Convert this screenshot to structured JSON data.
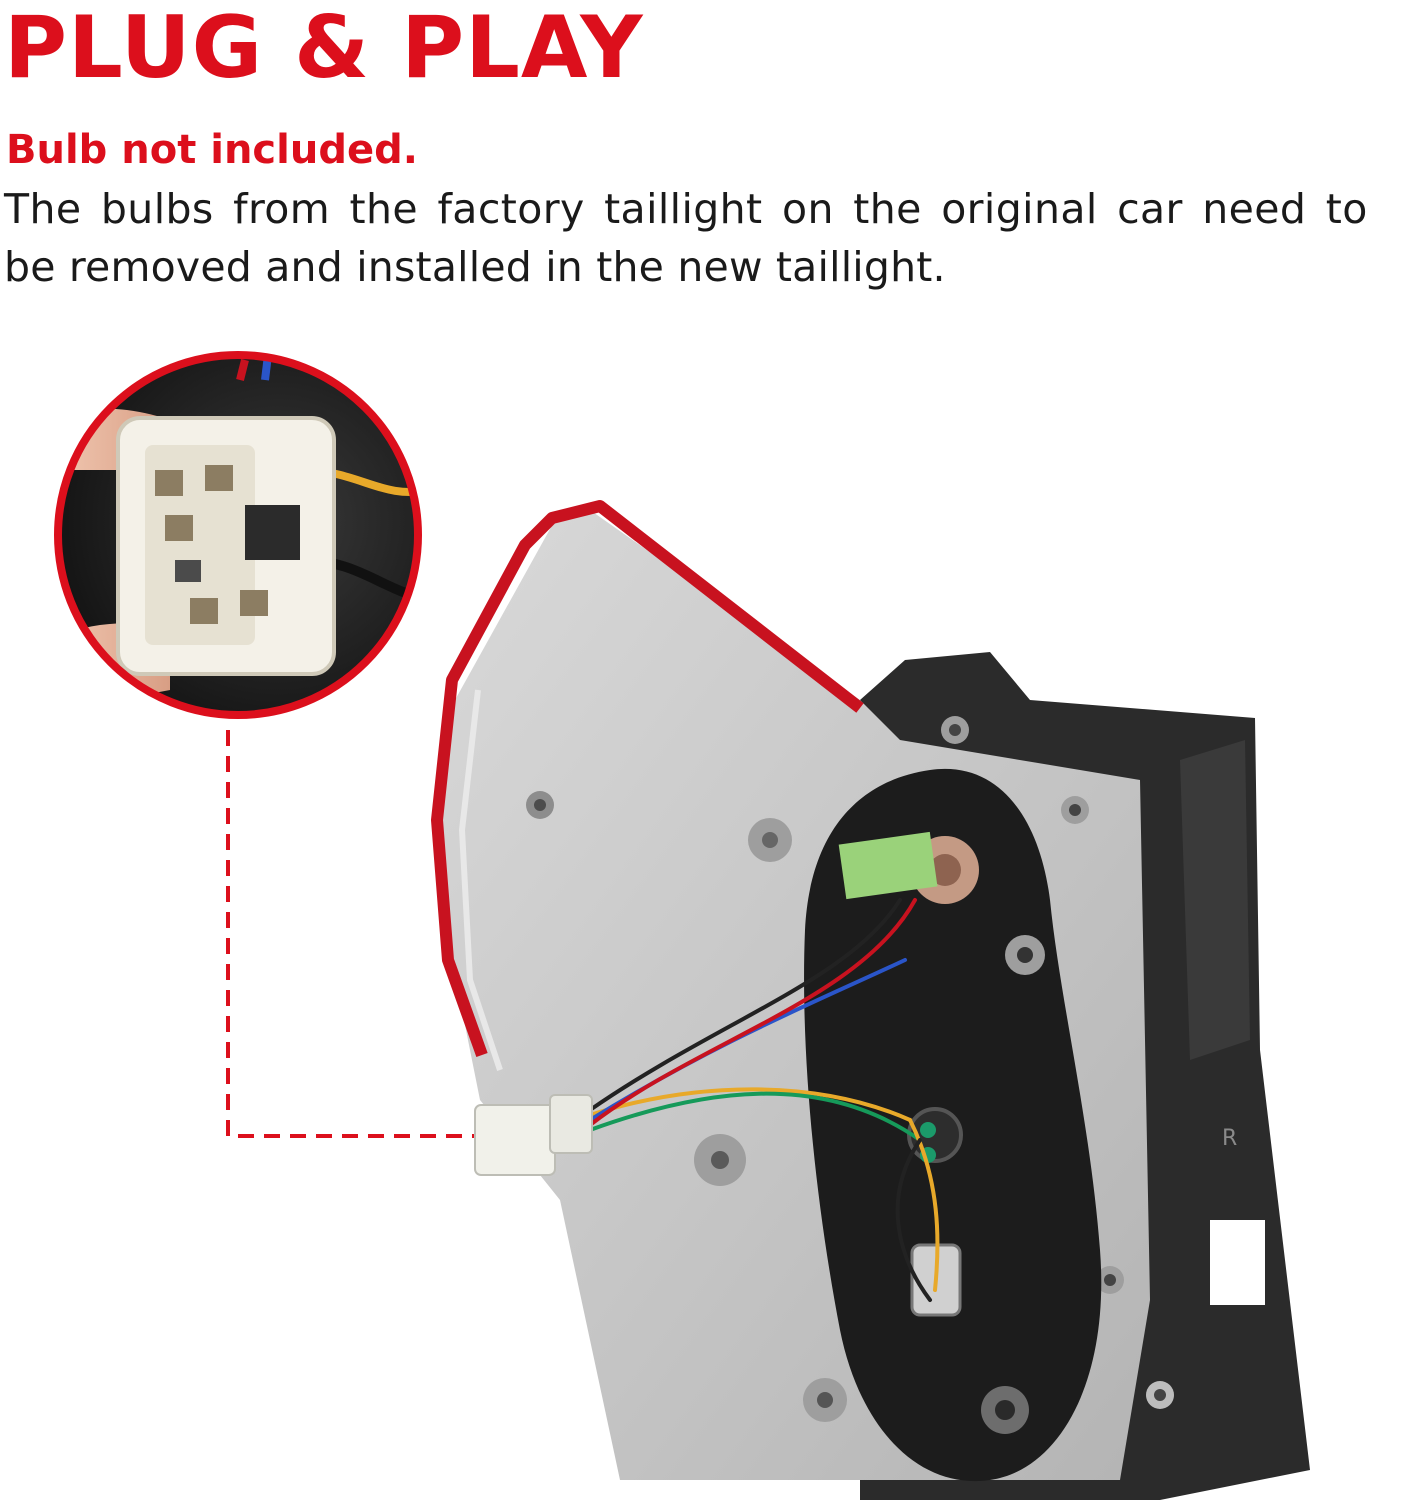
{
  "headline": "PLUG & PLAY",
  "notice": "Bulb not included.",
  "description_line1": "The bulbs from the factory taillight on the original car need to",
  "description_line2": "be removed and installed in the new taillight.",
  "housing_mark": "R",
  "colors": {
    "accent_red": "#dc0f1c",
    "text_dark": "#1a1a1a",
    "housing_gray": "#c9c9c9",
    "gasket_black": "#1c1c1c",
    "wire_yellow": "#e8a92a",
    "wire_blue": "#2a55c9",
    "wire_green": "#169a5a"
  }
}
